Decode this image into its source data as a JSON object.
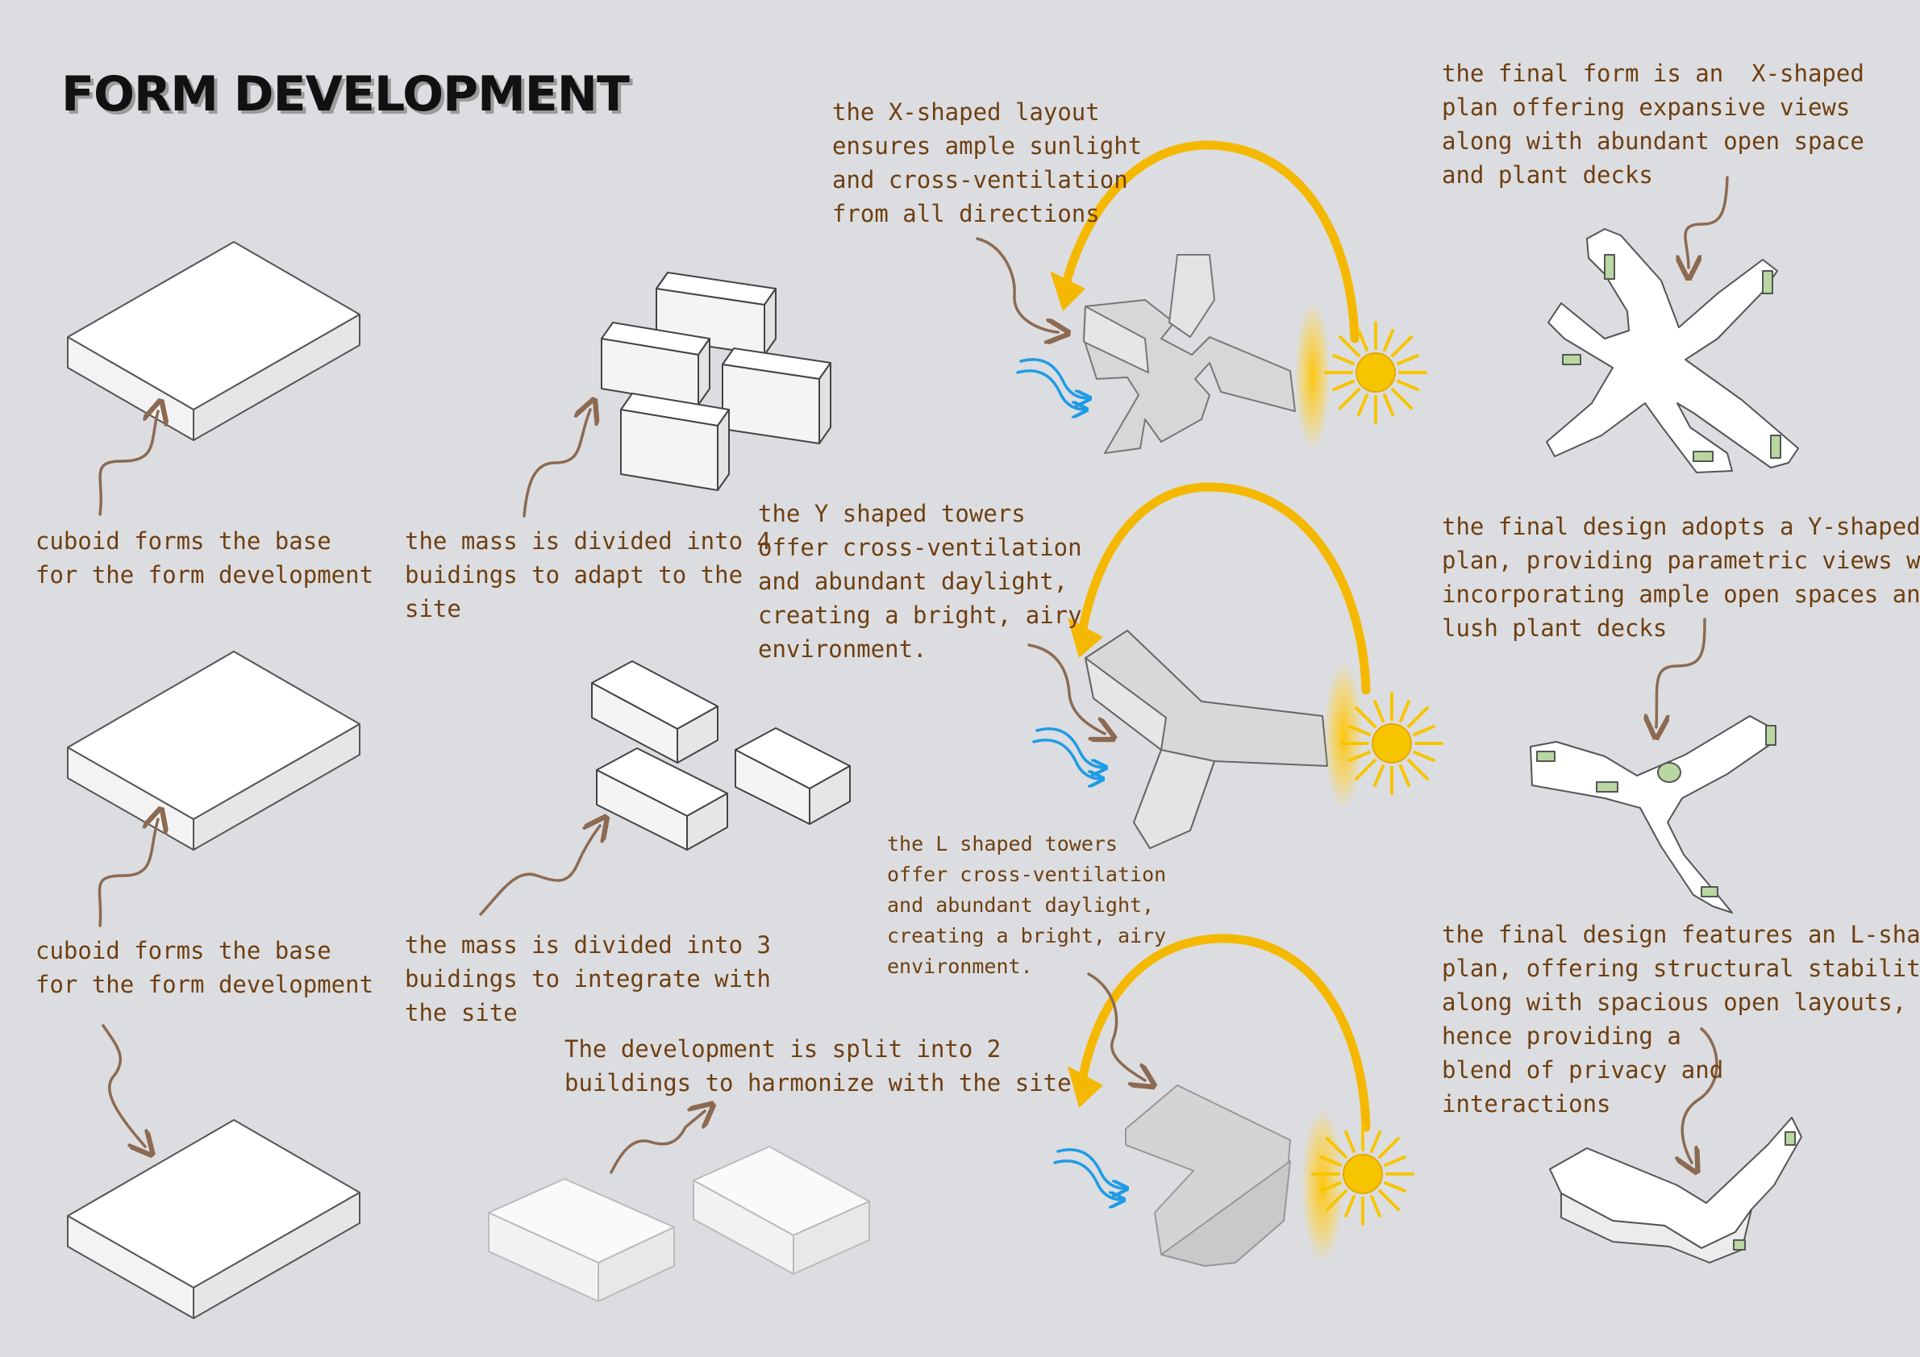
{
  "title": "FORM DEVELOPMENT",
  "notes": {
    "cuboid_1": "cuboid forms the base\nfor the form development",
    "cuboid_2": "cuboid forms the base\nfor the form development",
    "mass_4": "the mass is divided into 4\nbuidings to adapt to the\nsite",
    "mass_3": "the mass is divided into 3\nbuidings to integrate with\nthe site",
    "mass_2": "The development is split into 2\nbuildings to harmonize with the site",
    "x_layout": "the X-shaped layout\nensures ample sunlight\nand cross-ventilation\nfrom all directions",
    "y_towers": "the Y shaped towers\noffer cross-ventilation\nand abundant daylight,\ncreating a bright, airy\nenvironment.",
    "l_towers": "the L shaped towers\noffer cross-ventilation\nand abundant daylight,\ncreating a bright, airy\nenvironment.",
    "x_final": "the final form is an  X-shaped\nplan offering expansive views\nalong with abundant open space\nand plant decks",
    "y_final": "the final design adopts a Y-shaped\nplan, providing parametric views while\nincorporating ample open spaces and\nlush plant decks",
    "l_final": "the final design features an L-shaped\nplan, offering structural stability\nalong with spacious open layouts,\nhence providing a\nblend of privacy and\ninteractions"
  },
  "colors": {
    "background": "#dcdde0",
    "arrow": "#8c6a52",
    "sun_arc": "#f5b800",
    "sun": "#f6c500",
    "wind": "#1e9be6",
    "deck": "#b9d7a0",
    "text": "#6e3f12"
  },
  "icons": [
    "sun-icon",
    "wind-icon",
    "sun-path-arrow-icon",
    "pointer-arrow-icon"
  ]
}
